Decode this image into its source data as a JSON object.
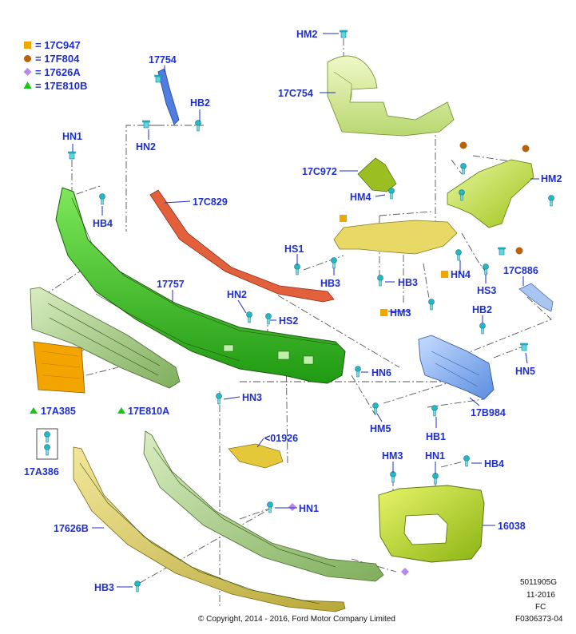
{
  "legend": [
    {
      "shape": "square",
      "color": "#f0a800",
      "label": "= 17C947"
    },
    {
      "shape": "circle",
      "color": "#b8620c",
      "label": "= 17F804"
    },
    {
      "shape": "diamond",
      "color": "#b887f0",
      "label": "= 17626A"
    },
    {
      "shape": "triangle",
      "color": "#19c419",
      "label": "= 17E810B"
    }
  ],
  "labels": {
    "hm2_top": "HM2",
    "p17754": "17754",
    "hb2_left": "HB2",
    "p17c754": "17C754",
    "hn1_left": "HN1",
    "hn2_top": "HN2",
    "p17c972": "17C972",
    "hm2_right": "HM2",
    "hm4": "HM4",
    "p17c829": "17C829",
    "hb4_left": "HB4",
    "hs1": "HS1",
    "hb3_mid_left": "HB3",
    "hb3_mid": "HB3",
    "hn4": "HN4",
    "hs3": "HS3",
    "p17c886": "17C886",
    "p17757": "17757",
    "hn2_mid": "HN2",
    "hm3_mid": "HM3",
    "hb2_right": "HB2",
    "hs2": "HS2",
    "hn6": "HN6",
    "hn5": "HN5",
    "hn3": "HN3",
    "p17a385": "17A385",
    "p17e810a": "17E810A",
    "p17b984": "17B984",
    "hm5": "HM5",
    "hb1": "HB1",
    "p01926": "<01926",
    "p17a386": "17A386",
    "hm3_low": "HM3",
    "hn1_low": "HN1",
    "hb4_low": "HB4",
    "hn1_diamond": "HN1",
    "p17626b": "17626B",
    "p16038": "16038",
    "hb3_low": "HB3"
  },
  "footer": {
    "code1": "5011905G",
    "date": "11-2016",
    "fc": "FC",
    "ref": "F0306373-04",
    "copyright": "© Copyright, 2014 - 2016, Ford Motor Company Limited"
  },
  "colors": {
    "label_blue": "#1f2fc8",
    "bumper_green": "#3ec21e",
    "mount_lime": "#b6d82a",
    "bracket_yellow": "#e6d45a",
    "reinforcement_red": "#e25c3a",
    "valance_sage": "#a9c98a",
    "plate_orange": "#f0a000",
    "bracket_blue": "#7fa8e8",
    "lower_olive": "#d5c85a",
    "fastener_cyan": "#22b8c8"
  },
  "icons": [
    "clip-icon",
    "bolt-icon",
    "nut-icon",
    "screw-icon"
  ]
}
